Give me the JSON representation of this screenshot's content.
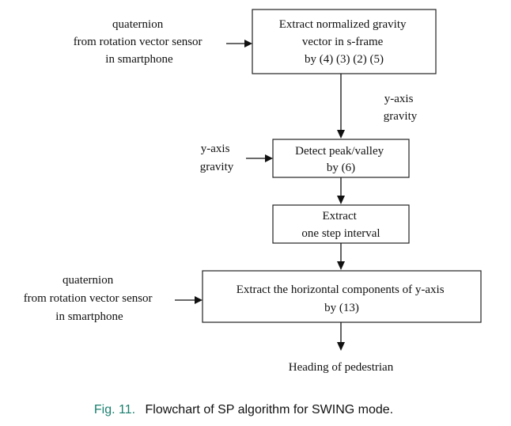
{
  "colors": {
    "caption": "#1a7f6e",
    "text": "#111111"
  },
  "boxes": {
    "gravity": [
      "Extract normalized gravity",
      "vector in s-frame",
      "by (4) (3) (2) (5)"
    ],
    "peak": [
      "Detect peak/valley",
      "by (6)"
    ],
    "step": [
      "Extract",
      "one step interval"
    ],
    "horizontal": [
      "Extract the horizontal components of  y-axis",
      "by (13)"
    ]
  },
  "inputs": {
    "quaternion_top": [
      "quaternion",
      "from rotation vector sensor",
      "in smartphone"
    ],
    "gravity_left": [
      "y-axis",
      "gravity"
    ],
    "quaternion_bottom": [
      "quaternion",
      "from rotation vector sensor",
      "in smartphone"
    ]
  },
  "edge_labels": {
    "gravity_down": [
      "y-axis",
      "gravity"
    ]
  },
  "output": "Heading of pedestrian",
  "caption": {
    "label": "Fig. 11.",
    "text": "Flowchart of SP algorithm for SWING mode."
  }
}
